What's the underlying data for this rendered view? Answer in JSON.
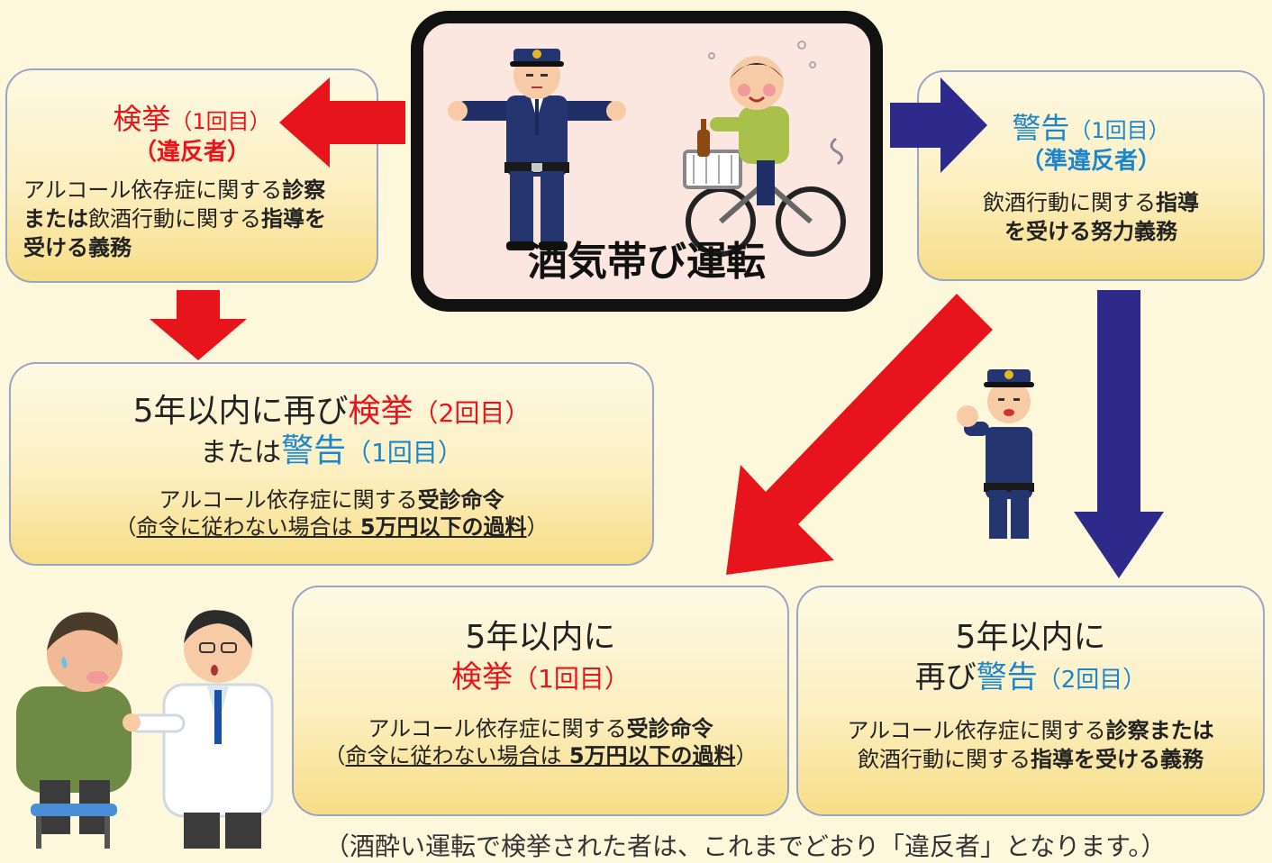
{
  "center": {
    "title": "酒気帯び運転"
  },
  "top_left": {
    "title_main": "検挙",
    "title_count": "（1回目）",
    "title_sub": "（違反者）",
    "body_1a": "アルコール依存症に関する",
    "body_1b": "診察",
    "body_2a": "または",
    "body_2b": "飲酒行動に関する",
    "body_2c": "指導を",
    "body_3": "受ける義務"
  },
  "top_right": {
    "title_main": "警告",
    "title_count": "（1回目）",
    "title_sub": "（準違反者）",
    "body_1a": "飲酒行動に関する",
    "body_1b": "指導",
    "body_2": "を受ける努力義務"
  },
  "middle_left": {
    "line1_a": "5年以内に再び",
    "line1_b": "検挙",
    "line1_c": "（2回目）",
    "line2_a": "または",
    "line2_b": "警告",
    "line2_c": "（1回目）",
    "body_1a": "アルコール依存症に関する",
    "body_1b": "受診命令",
    "body_2a": "（",
    "body_2b": "命令に従わない場合は",
    "body_2c": " 5万円以下の過料",
    "body_2d": "）"
  },
  "bottom_middle": {
    "line1": "5年以内に",
    "line2_a": "検挙",
    "line2_b": "（1回目）",
    "body_1a": "アルコール依存症に関する",
    "body_1b": "受診命令",
    "body_2a": "（",
    "body_2b": "命令に従わない場合は",
    "body_2c": " 5万円以下の過料",
    "body_2d": "）"
  },
  "bottom_right": {
    "line1": "5年以内に",
    "line2_a": "再び",
    "line2_b": "警告",
    "line2_c": "（2回目）",
    "body_1a": "アルコール依存症に関する",
    "body_1b": "診察または",
    "body_2a": "飲酒行動に関する",
    "body_2b": "指導を受ける義務"
  },
  "footnote": "（酒酔い運転で検挙された者は、これまでどおり「違反者」となります。）",
  "colors": {
    "red_arrow": "#e8141c",
    "blue_arrow": "#2e2a8c",
    "highlight_red": "#e8141c",
    "highlight_blue": "#1c86cc"
  }
}
